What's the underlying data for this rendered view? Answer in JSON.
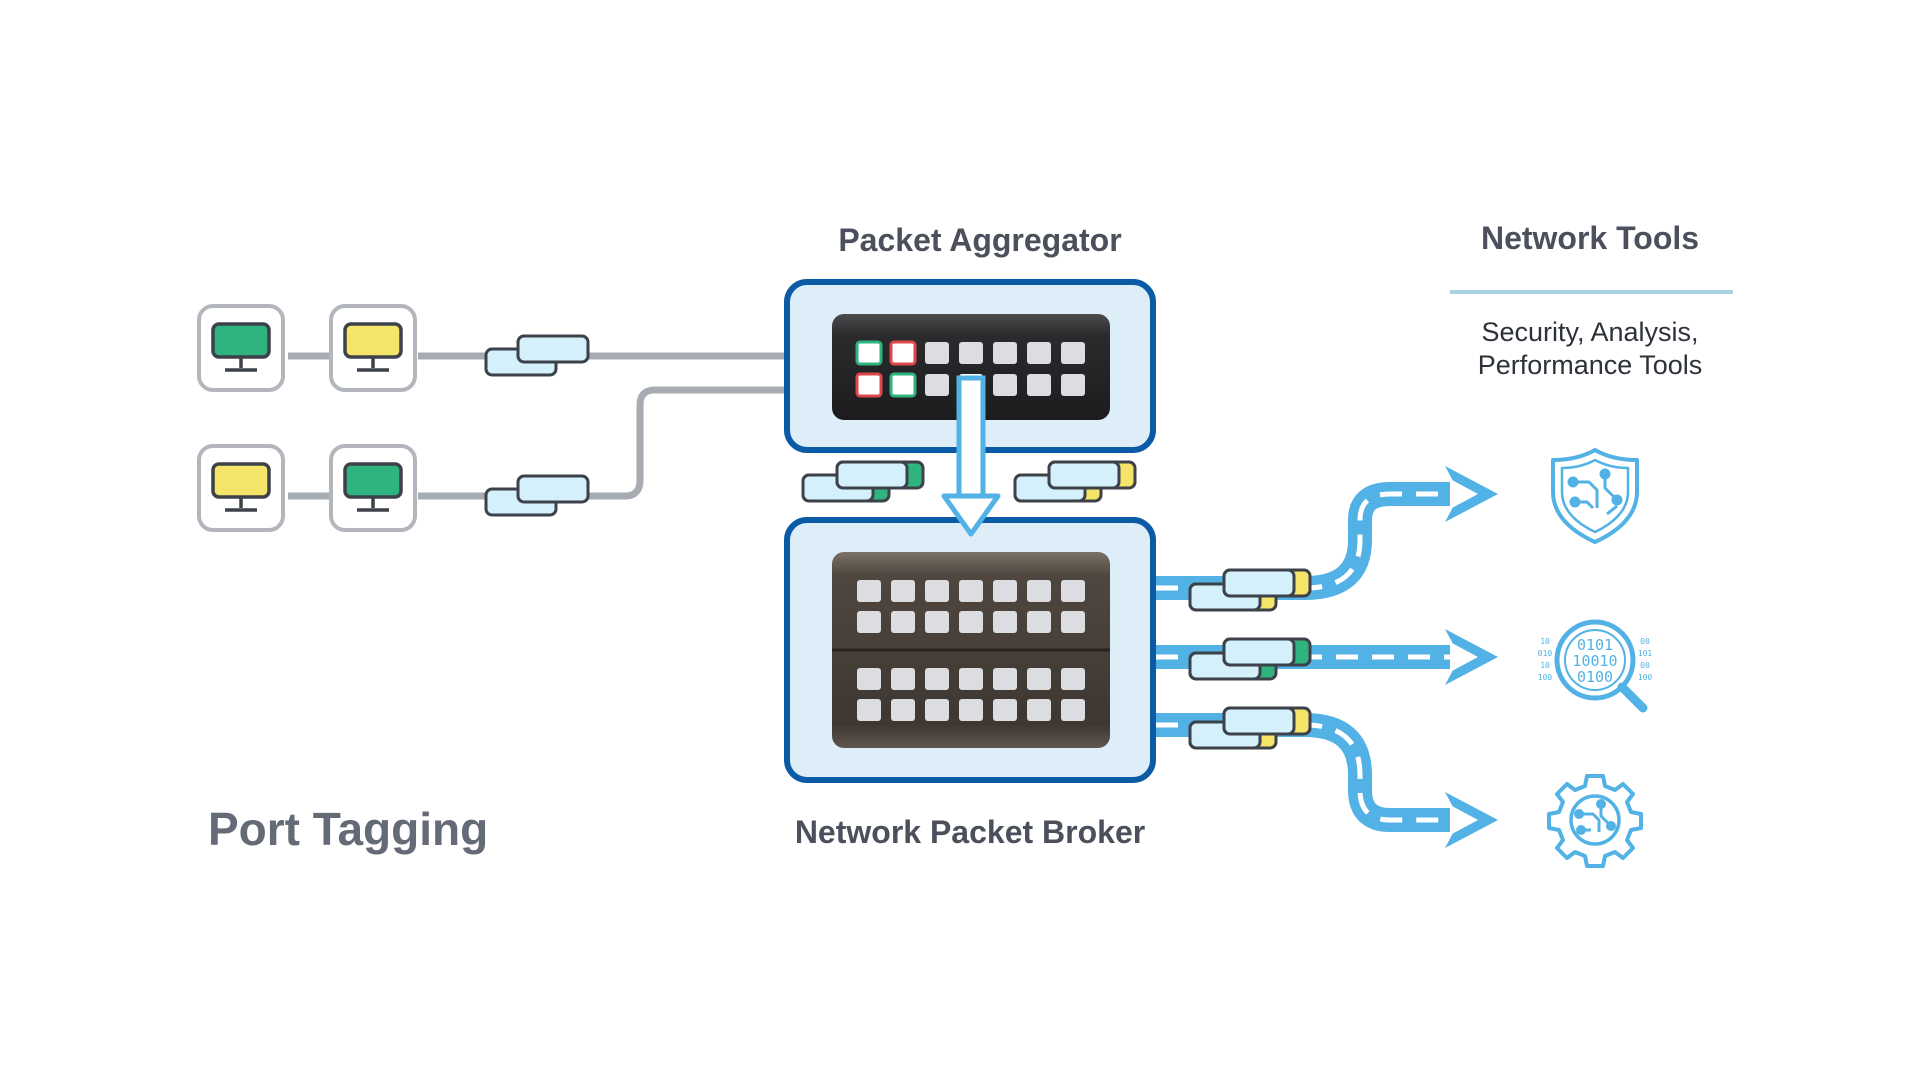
{
  "diagram": {
    "title": "Port Tagging",
    "aggregator_label": "Packet Aggregator",
    "broker_label": "Network Packet Broker",
    "tools_label": "Network Tools",
    "tools_line1": "Security, Analysis,",
    "tools_line2": "Performance Tools"
  },
  "colors": {
    "green": "#2fb37f",
    "yellow": "#f5e46a",
    "packet": "#d4f0fb",
    "frame_blue": "#0b5aa5",
    "frame_fill": "#ddeef9",
    "flow_blue": "#52b2e5",
    "wire_gray": "#a7acb3",
    "port_red": "#e0474c"
  },
  "icons": [
    "computer-icon",
    "shield-icon",
    "binary-magnifier-icon",
    "gear-icon"
  ]
}
